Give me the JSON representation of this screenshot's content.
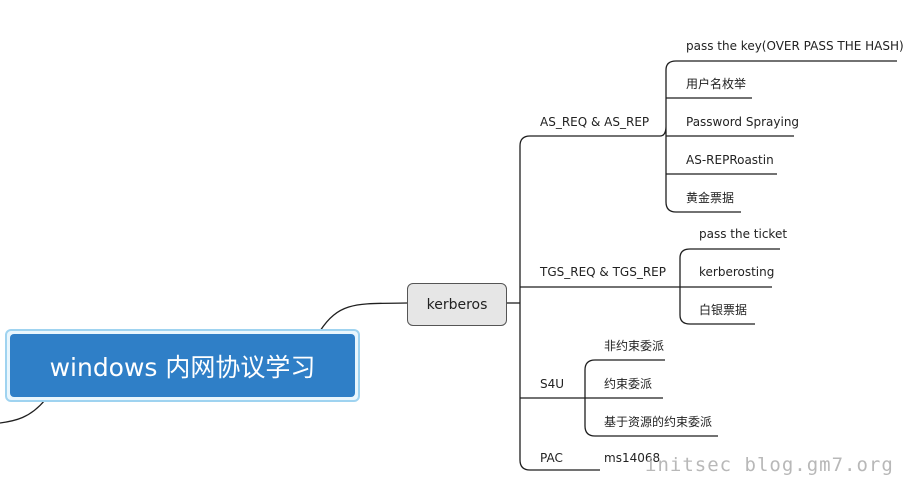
{
  "root": {
    "label": "windows 内网协议学习"
  },
  "hub": {
    "label": "kerberos"
  },
  "branches": [
    {
      "label": "AS_REQ & AS_REP",
      "children": [
        "pass the key(OVER PASS THE HASH)",
        "用户名枚举",
        "Password Spraying",
        "AS-REPRoastin",
        "黄金票据"
      ]
    },
    {
      "label": "TGS_REQ & TGS_REP",
      "children": [
        "pass the ticket",
        "kerberosting",
        "白银票据"
      ]
    },
    {
      "label": "S4U",
      "children": [
        "非约束委派",
        "约束委派",
        "基于资源的约束委派"
      ]
    },
    {
      "label": "PAC",
      "children": [
        "ms14068"
      ]
    }
  ],
  "watermark": "initsec blog.gm7.org"
}
